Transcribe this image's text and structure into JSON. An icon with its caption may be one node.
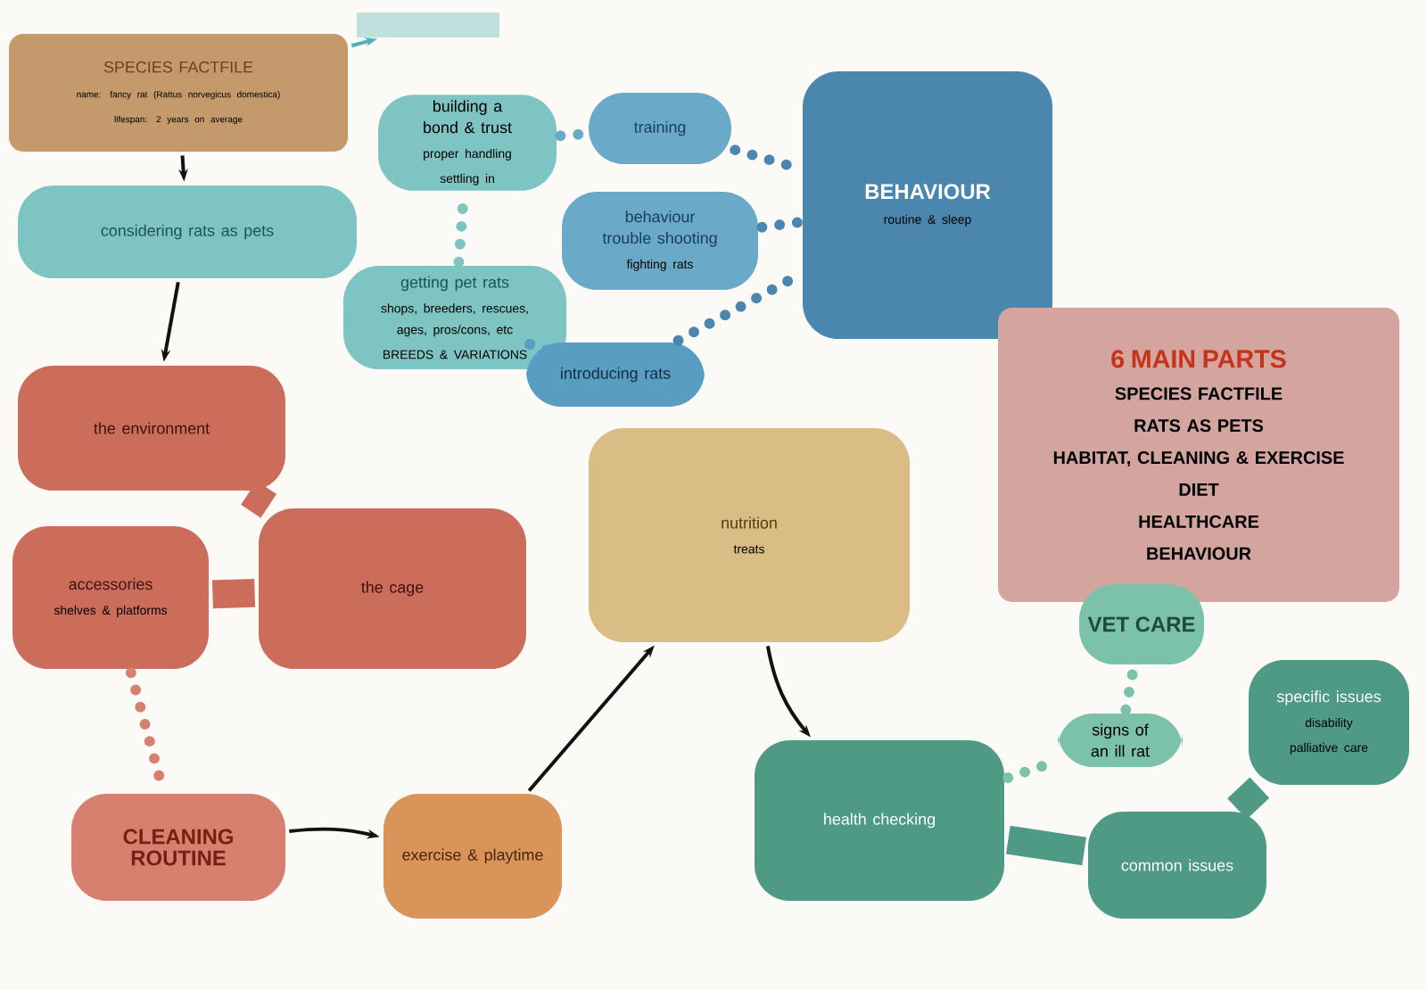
{
  "diagram": {
    "nodes": [
      {
        "text": [
          "SPECIES FACTFILE",
          "name: fancy rat (Rattus norvegicus domestica)",
          "lifespan: 2 years on average"
        ]
      },
      {
        "text": [],
        "shape": "box"
      },
      {
        "text": [
          "considering rats as pets"
        ]
      },
      {
        "text": [
          "getting pet rats",
          "shops, breeders, rescues, ages, pros/cons, etc",
          "BREEDS & VARIATIONS"
        ]
      },
      {
        "text": [
          "building a bond & trust",
          "proper handling",
          "settling in"
        ]
      },
      {
        "text": [
          "training"
        ]
      },
      {
        "text": [
          "behaviour trouble shooting",
          "fighting rats"
        ]
      },
      {
        "text": [
          "introducing rats"
        ]
      },
      {
        "text": [
          "BEHAVIOUR",
          "routine & sleep"
        ]
      },
      {
        "text": [
          "6 MAIN PARTS",
          "SPECIES FACTFILE",
          "RATS AS PETS",
          "HABITAT, CLEANING & EXERCISE",
          "DIET",
          "HEALTHCARE",
          "BEHAVIOUR"
        ]
      },
      {
        "text": [
          "the environment"
        ]
      },
      {
        "text": [
          "the cage"
        ]
      },
      {
        "text": [
          "accessories",
          "shelves & platforms"
        ]
      },
      {
        "text": [
          "CLEANING ROUTINE"
        ]
      },
      {
        "text": [
          "exercise & playtime"
        ]
      },
      {
        "text": [
          "nutrition",
          "treats"
        ]
      },
      {
        "text": [
          "health checking"
        ]
      },
      {
        "text": [
          "signs of an ill rat"
        ]
      },
      {
        "text": [
          "VET CARE"
        ]
      },
      {
        "text": [
          "specific issues",
          "disability",
          "palliative care"
        ]
      },
      {
        "text": [
          "common issues"
        ]
      }
    ],
    "edges": [
      {
        "from": 0,
        "to": 1,
        "arrow": "to",
        "color": "#4fb3bf"
      },
      {
        "from": 0,
        "to": 2,
        "arrow": "to"
      },
      {
        "from": 2,
        "to": 10,
        "arrow": "to"
      },
      {
        "from": 13,
        "to": 14,
        "arrow": "to"
      },
      {
        "from": 14,
        "to": 15,
        "arrow": "to"
      },
      {
        "from": 15,
        "to": 16,
        "arrow": "to"
      },
      {
        "from": 3,
        "to": 4,
        "arrow": "none",
        "style": "dashed",
        "color": "#7ec4c2"
      },
      {
        "from": 3,
        "to": 7,
        "arrow": "none",
        "style": "dashed",
        "color": "#5a9dc2"
      },
      {
        "from": 4,
        "to": 5,
        "arrow": "none",
        "style": "dashed",
        "color": "#6aaac8"
      },
      {
        "from": 5,
        "to": 8,
        "arrow": "none",
        "style": "dashed",
        "color": "#4a86ad"
      },
      {
        "from": 6,
        "to": 8,
        "arrow": "none",
        "style": "dashed",
        "color": "#4a86ad"
      },
      {
        "from": 7,
        "to": 8,
        "arrow": "none",
        "style": "dashed",
        "color": "#4a86ad"
      },
      {
        "from": 10,
        "to": 11,
        "arrow": "none",
        "style": "thick",
        "color": "#cc6d5c"
      },
      {
        "from": 11,
        "to": 12,
        "arrow": "none",
        "style": "thick",
        "color": "#cc6d5c"
      },
      {
        "from": 12,
        "to": 13,
        "arrow": "none",
        "style": "dashed",
        "color": "#d6806f"
      },
      {
        "from": 16,
        "to": 17,
        "arrow": "none",
        "style": "dashed",
        "color": "#7cc1aa"
      },
      {
        "from": 17,
        "to": 18,
        "arrow": "none",
        "style": "dashed",
        "color": "#7cc1aa"
      },
      {
        "from": 16,
        "to": 20,
        "arrow": "none",
        "style": "thick",
        "color": "#4e9a84"
      },
      {
        "from": 20,
        "to": 19,
        "arrow": "none",
        "style": "thick",
        "color": "#4e9a84"
      }
    ]
  }
}
